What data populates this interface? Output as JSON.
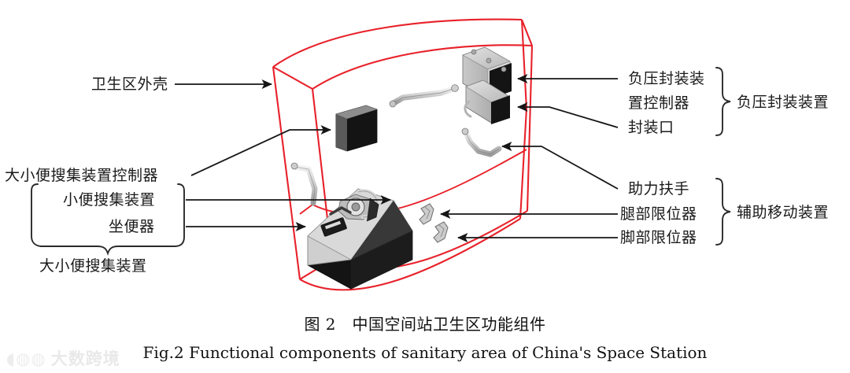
{
  "figure": {
    "title_cn": "图 2　中国空间站卫生区功能组件",
    "title_en": "Fig.2 Functional components of sanitary area of China's Space Station",
    "enclosure_color": "#e8212a",
    "leader_color": "#161616",
    "component_light": "#d2d2d2",
    "component_dark": "#141414"
  },
  "watermark": {
    "mark": "◖◍◍",
    "text": "大数跨境"
  },
  "labels": {
    "shell": "卫生区外壳",
    "waste_controller": "大小便搜集装置控制器",
    "urine_collector": "小便搜集装置",
    "toilet_seat": "坐便器",
    "waste_group": "大小便搜集装置",
    "vacuum_controller_line1": "负压封装装",
    "vacuum_controller_line2": "置控制器",
    "sealing_port": "封装口",
    "vacuum_group": "负压封装装置",
    "assist_handrail": "助力扶手",
    "leg_restraint": "腿部限位器",
    "foot_restraint": "脚部限位器",
    "mobility_group": "辅助移动装置"
  },
  "components": [
    {
      "name": "sanitary-shell",
      "label_key": "shell"
    },
    {
      "name": "waste-collection-controller",
      "label_key": "waste_controller"
    },
    {
      "name": "urine-collector",
      "label_key": "urine_collector"
    },
    {
      "name": "toilet-seat",
      "label_key": "toilet_seat"
    },
    {
      "name": "vacuum-packaging-controller",
      "label_key": "vacuum_controller_line1"
    },
    {
      "name": "sealing-port",
      "label_key": "sealing_port"
    },
    {
      "name": "assist-handrail",
      "label_key": "assist_handrail"
    },
    {
      "name": "leg-restraint",
      "label_key": "leg_restraint"
    },
    {
      "name": "foot-restraint",
      "label_key": "foot_restraint"
    }
  ]
}
